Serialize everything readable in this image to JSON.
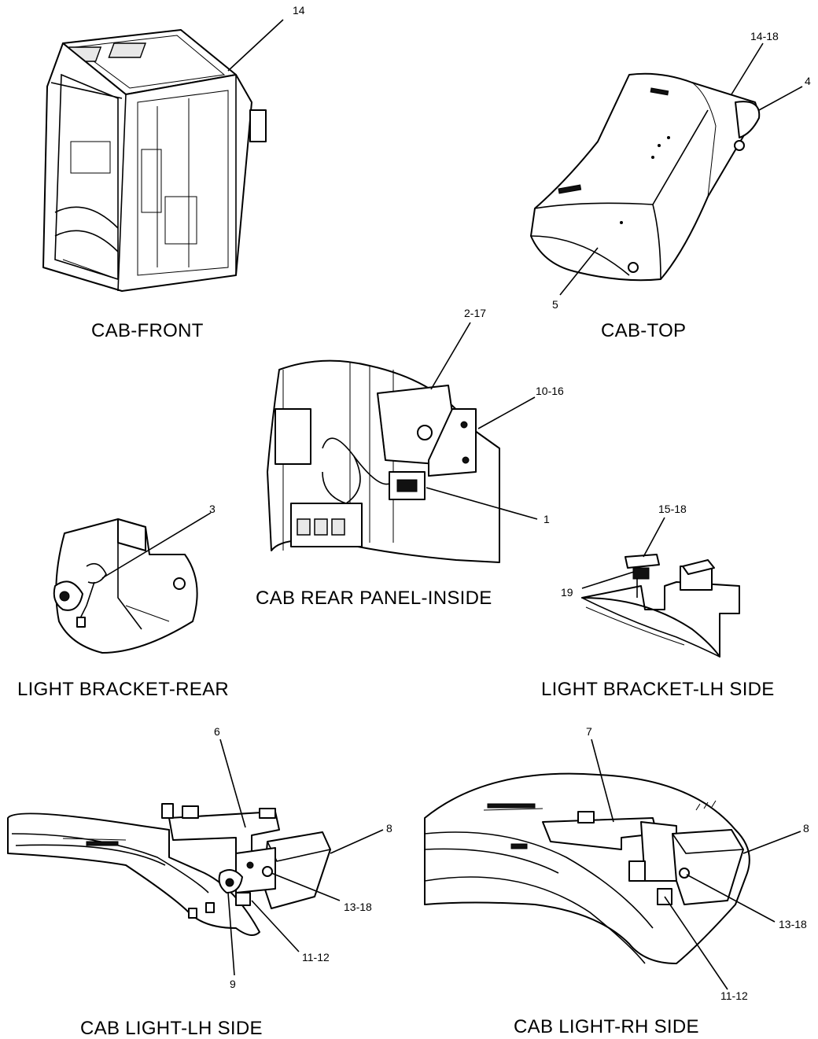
{
  "views": {
    "cab_front": {
      "caption": "CAB-FRONT",
      "callouts": [
        "14"
      ]
    },
    "cab_top": {
      "caption": "CAB-TOP",
      "callouts": [
        "14-18",
        "4",
        "5"
      ]
    },
    "rear_panel": {
      "caption": "CAB  REAR PANEL-INSIDE",
      "callouts": [
        "2-17",
        "10-16",
        "1"
      ]
    },
    "bracket_rear": {
      "caption": "LIGHT  BRACKET-REAR",
      "callouts": [
        "3"
      ]
    },
    "bracket_lh": {
      "caption": "LIGHT  BRACKET-LH  SIDE",
      "callouts": [
        "15-18",
        "19"
      ]
    },
    "light_lh": {
      "caption": "CAB  LIGHT-LH  SIDE",
      "callouts": [
        "6",
        "8",
        "13-18",
        "11-12",
        "9"
      ]
    },
    "light_rh": {
      "caption": "CAB  LIGHT-RH  SIDE",
      "callouts": [
        "7",
        "8",
        "13-18",
        "11-12"
      ]
    }
  }
}
